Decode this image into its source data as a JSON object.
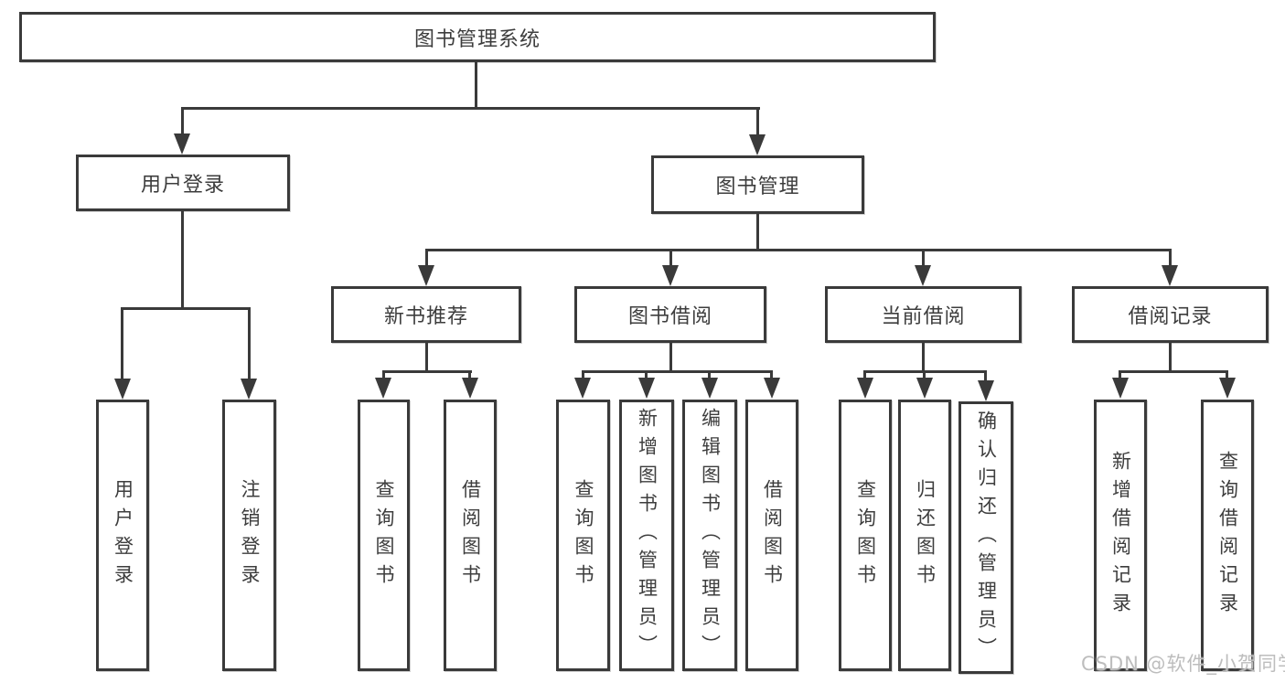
{
  "diagram": {
    "root": {
      "label": "图书管理系统"
    },
    "level2": {
      "user_login": {
        "label": "用户登录"
      },
      "book_management": {
        "label": "图书管理"
      }
    },
    "level3": {
      "new_book_recommend": {
        "label": "新书推荐"
      },
      "book_borrow": {
        "label": "图书借阅"
      },
      "current_borrow": {
        "label": "当前借阅"
      },
      "borrow_record": {
        "label": "借阅记录"
      }
    },
    "leaves": {
      "login_user_login": {
        "label": "用户登录"
      },
      "login_logout": {
        "label": "注销登录"
      },
      "recommend_query_book": {
        "label": "查询图书"
      },
      "recommend_borrow_book": {
        "label": "借阅图书"
      },
      "borrow_query_book": {
        "label": "查询图书"
      },
      "borrow_add_book": {
        "label": "新增图书（管理员）"
      },
      "borrow_edit_book": {
        "label": "编辑图书（管理员）"
      },
      "borrow_borrow_book": {
        "label": "借阅图书"
      },
      "current_query_book": {
        "label": "查询图书"
      },
      "current_return_book": {
        "label": "归还图书"
      },
      "current_confirm_return": {
        "label": "确认归还（管理员）"
      },
      "record_add_record": {
        "label": "新增借阅记录"
      },
      "record_query_record": {
        "label": "查询借阅记录"
      }
    }
  },
  "watermark": {
    "text": "CSDN @软件_小贺同学"
  },
  "colors": {
    "line": "#3a3a3a",
    "text": "#3d3d3d",
    "watermark": "#bdbdbd",
    "background": "#ffffff"
  }
}
